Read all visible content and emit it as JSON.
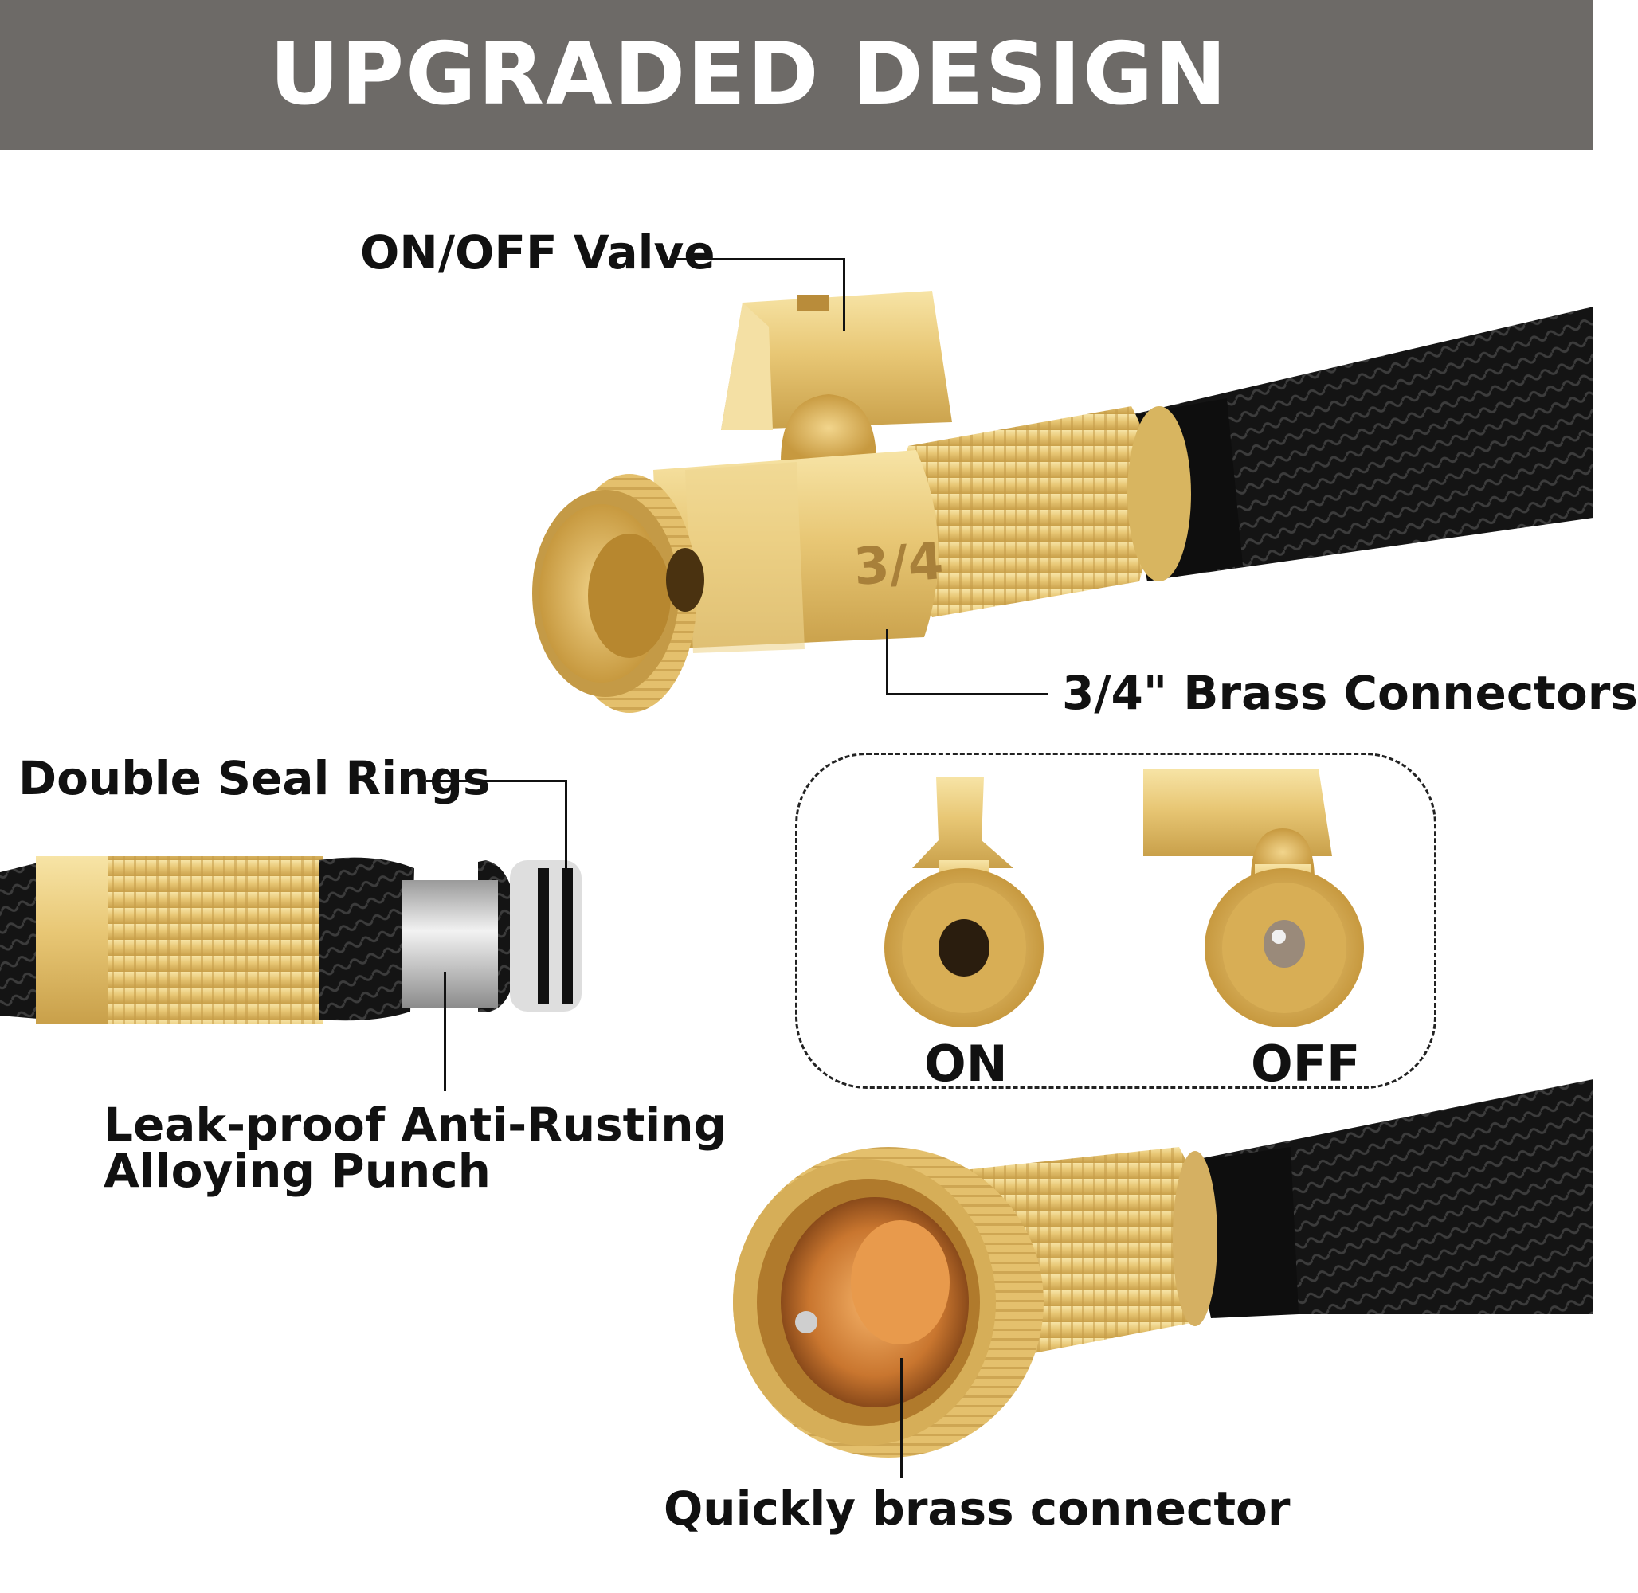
{
  "banner": {
    "title": "UPGRADED DESIGN"
  },
  "callouts": {
    "valve": "ON/OFF Valve",
    "brass_connectors": "3/4\" Brass Connectors",
    "seal_rings": "Double Seal Rings",
    "punch_line1": "Leak-proof Anti-Rusting",
    "punch_line2": "Alloying Punch",
    "quick_connector": "Quickly brass connector"
  },
  "valve_states": {
    "on": "ON",
    "off": "OFF"
  },
  "engraving": "3/4",
  "colors": {
    "banner": "#6d6a67",
    "brass": "#e6c572",
    "hose": "#1a1a1a"
  }
}
